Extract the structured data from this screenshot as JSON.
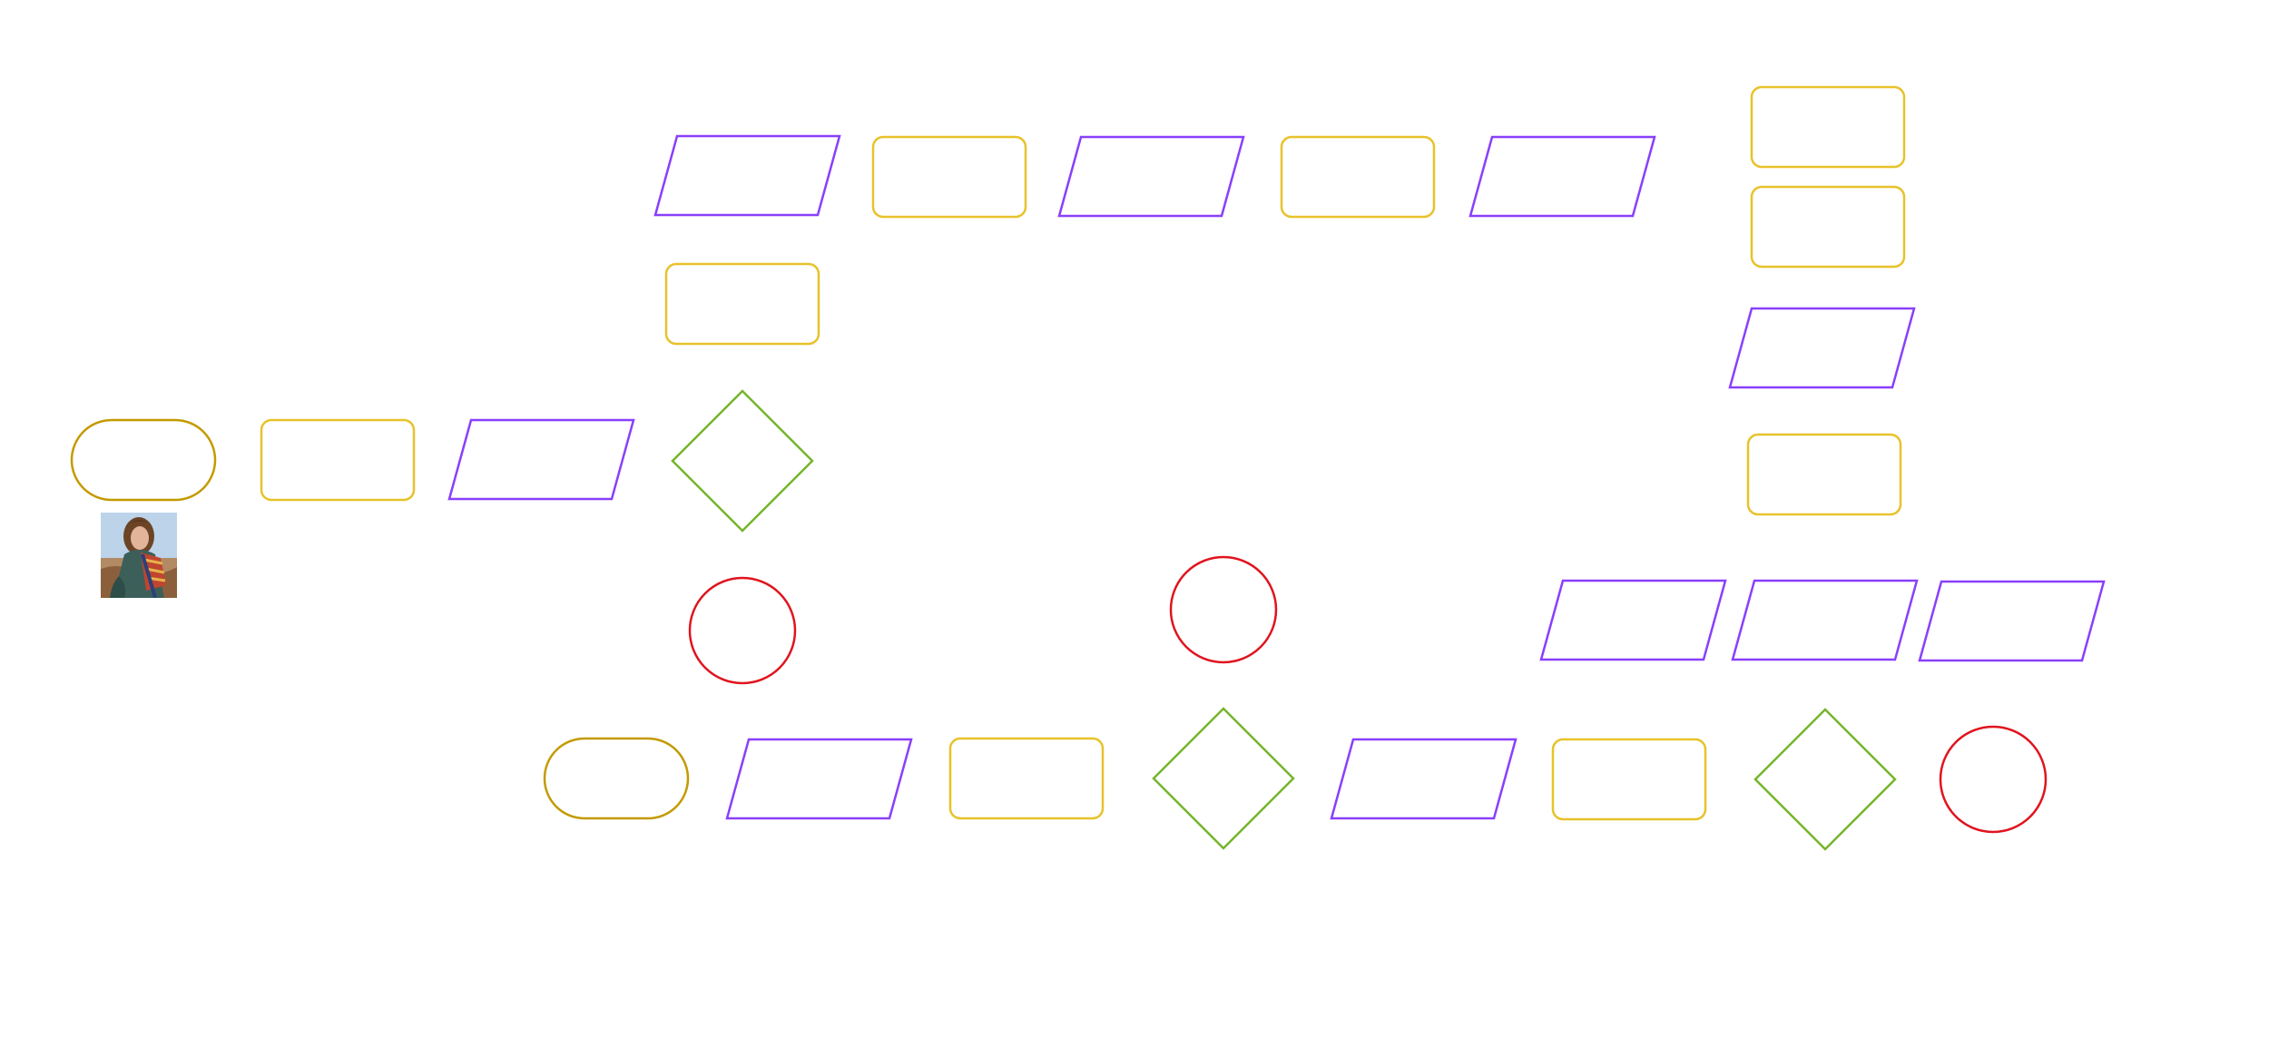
{
  "canvas": {
    "background": "#ffffff"
  },
  "colors": {
    "terminal": "#c49a00",
    "process": "#e8c22a",
    "io": "#8a3ffc",
    "decision": "#74b52a",
    "connector": "#e0141e"
  },
  "shape_types": [
    "terminal",
    "process",
    "io",
    "decision",
    "connector"
  ],
  "shapes": [
    {
      "id": "s1",
      "type": "io",
      "color": "io"
    },
    {
      "id": "s2",
      "type": "process",
      "color": "process"
    },
    {
      "id": "s3",
      "type": "io",
      "color": "io"
    },
    {
      "id": "s4",
      "type": "process",
      "color": "process"
    },
    {
      "id": "s5",
      "type": "io",
      "color": "io"
    },
    {
      "id": "s6",
      "type": "process",
      "color": "process"
    },
    {
      "id": "s7",
      "type": "process",
      "color": "process"
    },
    {
      "id": "s8",
      "type": "process",
      "color": "process"
    },
    {
      "id": "s9",
      "type": "io",
      "color": "io"
    },
    {
      "id": "s10",
      "type": "terminal",
      "color": "terminal"
    },
    {
      "id": "s11",
      "type": "process",
      "color": "process"
    },
    {
      "id": "s12",
      "type": "io",
      "color": "io"
    },
    {
      "id": "s13",
      "type": "decision",
      "color": "decision"
    },
    {
      "id": "s14",
      "type": "process",
      "color": "process"
    },
    {
      "id": "s15",
      "type": "connector",
      "color": "connector"
    },
    {
      "id": "s16",
      "type": "connector",
      "color": "connector"
    },
    {
      "id": "s17",
      "type": "io",
      "color": "io"
    },
    {
      "id": "s18",
      "type": "io",
      "color": "io"
    },
    {
      "id": "s19",
      "type": "io",
      "color": "io"
    },
    {
      "id": "s20",
      "type": "terminal",
      "color": "terminal"
    },
    {
      "id": "s21",
      "type": "io",
      "color": "io"
    },
    {
      "id": "s22",
      "type": "process",
      "color": "process"
    },
    {
      "id": "s23",
      "type": "decision",
      "color": "decision"
    },
    {
      "id": "s24",
      "type": "io",
      "color": "io"
    },
    {
      "id": "s25",
      "type": "process",
      "color": "process"
    },
    {
      "id": "s26",
      "type": "decision",
      "color": "decision"
    },
    {
      "id": "s27",
      "type": "connector",
      "color": "connector"
    }
  ],
  "image": {
    "icon": "person-photo"
  }
}
